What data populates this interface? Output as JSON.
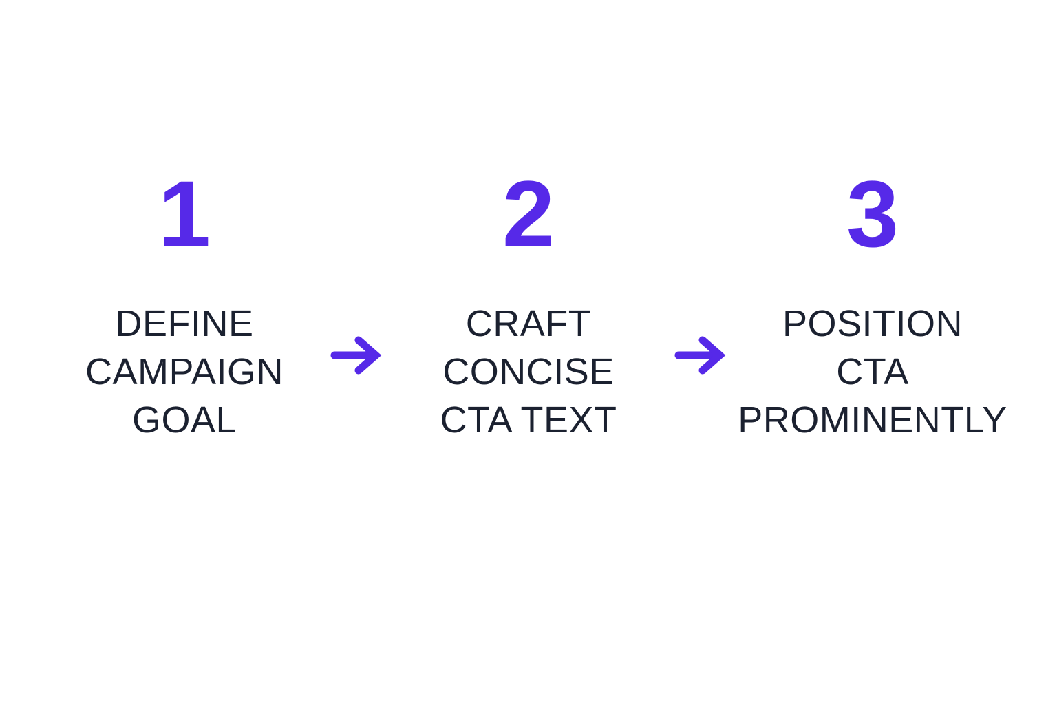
{
  "colors": {
    "accent": "#5629E8",
    "text": "#1B2130",
    "background": "#FFFFFF"
  },
  "diagram": {
    "type": "process-flow",
    "connector_icon": "arrow-right",
    "steps": [
      {
        "number": "1",
        "lines": [
          "DEFINE",
          "CAMPAIGN",
          "GOAL"
        ]
      },
      {
        "number": "2",
        "lines": [
          "CRAFT",
          "CONCISE",
          "CTA TEXT"
        ]
      },
      {
        "number": "3",
        "lines": [
          "POSITION",
          "CTA",
          "PROMINENTLY"
        ]
      }
    ]
  }
}
